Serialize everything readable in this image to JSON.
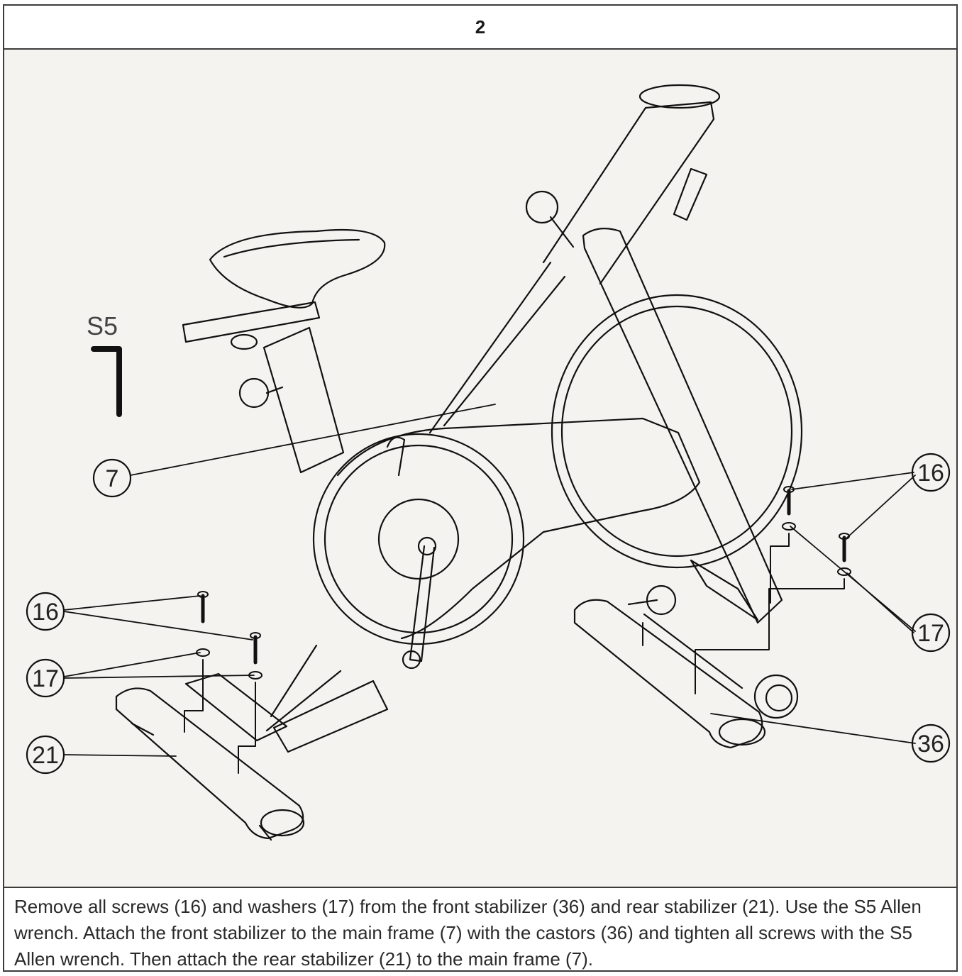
{
  "step": {
    "number": "2"
  },
  "figure": {
    "tool_label": "S5",
    "callouts": {
      "main_frame": "7",
      "screws_left": "16",
      "washers_left": "17",
      "rear_stabilizer": "21",
      "screws_right": "16",
      "washers_right": "17",
      "front_stabilizer": "36"
    }
  },
  "caption": {
    "text": "Remove all screws (16) and washers (17) from the front stabilizer (36) and rear stabilizer (21). Use the S5 Allen wrench. Attach the front stabilizer to the main frame (7) with the castors (36) and tighten all screws with the S5 Allen wrench. Then attach the rear stabilizer (21) to the main frame (7)."
  }
}
